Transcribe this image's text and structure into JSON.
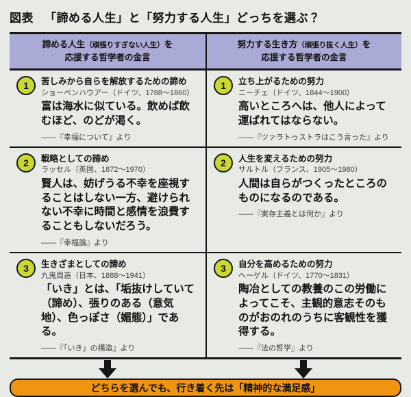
{
  "title": {
    "label": "図表",
    "text": "「諦める人生」と「努力する人生」どっちを選ぶ？"
  },
  "table": {
    "columns": [
      {
        "header_main": "諦める人生",
        "header_paren": "（頑張りすぎない人生）",
        "header_suffix": "を",
        "header_line2": "応援する哲学者の金言"
      },
      {
        "header_main": "努力する生き方",
        "header_paren": "（頑張り抜く人生）",
        "header_suffix": "を",
        "header_line2": "応援する哲学者の金言"
      }
    ],
    "rows": [
      {
        "left": {
          "num": "1",
          "heading": "苦しみから自らを解放するための諦め",
          "philosopher": "ショーペンハウアー（ドイツ、1788～1860）",
          "quote": "富は海水に似ている。飲めば飲むほど、のどが渇く。",
          "source": "――『幸福について』より"
        },
        "right": {
          "num": "1",
          "heading": "立ち上がるための努力",
          "philosopher": "ニーチェ（ドイツ、1844～1900）",
          "quote": "高いところへは、他人によって運ばれてはならない。",
          "source": "――『ツァラトゥストラはこう言った』より"
        }
      },
      {
        "left": {
          "num": "2",
          "heading": "戦略としての諦め",
          "philosopher": "ラッセル（英国、1872～1970）",
          "quote": "賢人は、妨げうる不幸を座視することはしない一方、避けられない不幸に時間と感情を浪費することもしないだろう。",
          "source": "――『幸福論』より"
        },
        "right": {
          "num": "2",
          "heading": "人生を変えるための努力",
          "philosopher": "サルトル（フランス、1905～1980）",
          "quote": "人間は自らがつくったところのものになるのである。",
          "source": "――『実存主義とは何か』より"
        }
      },
      {
        "left": {
          "num": "3",
          "heading": "生きざまとしての諦め",
          "philosopher": "九鬼周造（日本、1888～1941）",
          "quote": "「いき」とは、「垢抜けしていて（諦め）、張りのある（意気地）、色っぽさ（媚態）」である。",
          "source": "――『「いき」の構造』より"
        },
        "right": {
          "num": "3",
          "heading": "自分を高めるための努力",
          "philosopher": "ヘーゲル（ドイツ、1770～1831）",
          "quote": "陶冶としての教養のこの労働によってこそ、主観的意志そのものがおのれのうちに客観性を獲得する。",
          "source": "――『法の哲学』より"
        }
      }
    ]
  },
  "footer": {
    "banner": "どちらを選んでも、行き着く先は「精神的な満足感」"
  },
  "colors": {
    "page_bg": "#e8eae5",
    "header_bg": "#a9abd6",
    "circle_bg": "#cbd732",
    "banner_bg": "#f09412",
    "border": "#161616"
  }
}
